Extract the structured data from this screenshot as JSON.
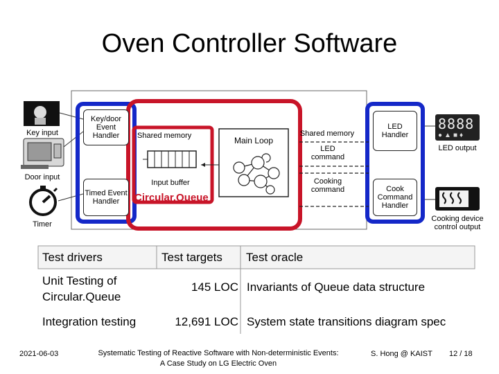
{
  "title": "Oven Controller Software",
  "diagram": {
    "key_input": "Key input",
    "door_input": "Door input",
    "timer": "Timer",
    "key_door_handler": "Key/door Event Handler",
    "timed_handler": "Timed Event Handler",
    "shared_memory_left": "Shared memory",
    "input_buffer": "Input buffer",
    "circular_queue": "Circular.Queue",
    "main_loop": "Main Loop",
    "shared_memory_right": "Shared memory",
    "led_command": "LED command",
    "cooking_command": "Cooking command",
    "led_handler": "LED Handler",
    "cook_handler": "Cook Command Handler",
    "led_output": "LED output",
    "cooking_output": "Cooking device control output",
    "led_digits": "8888"
  },
  "table": {
    "headers": [
      "Test drivers",
      "Test targets",
      "Test oracle"
    ],
    "rows": [
      {
        "driver": "Unit Testing of Circular.Queue",
        "target": "145 LOC",
        "oracle": "Invariants of Queue data structure"
      },
      {
        "driver": "Integration testing",
        "target": "12,691 LOC",
        "oracle": "System state transitions diagram spec"
      }
    ]
  },
  "footer": {
    "date": "2021-06-03",
    "citation_line1": "Systematic Testing of Reactive Software with Non-deterministic Events:",
    "citation_line2": "A Case Study on LG Electric Oven",
    "author": "S. Hong @ KAIST",
    "page": "12 / 18"
  },
  "colors": {
    "blue": "#1428c8",
    "red": "#c81428"
  }
}
